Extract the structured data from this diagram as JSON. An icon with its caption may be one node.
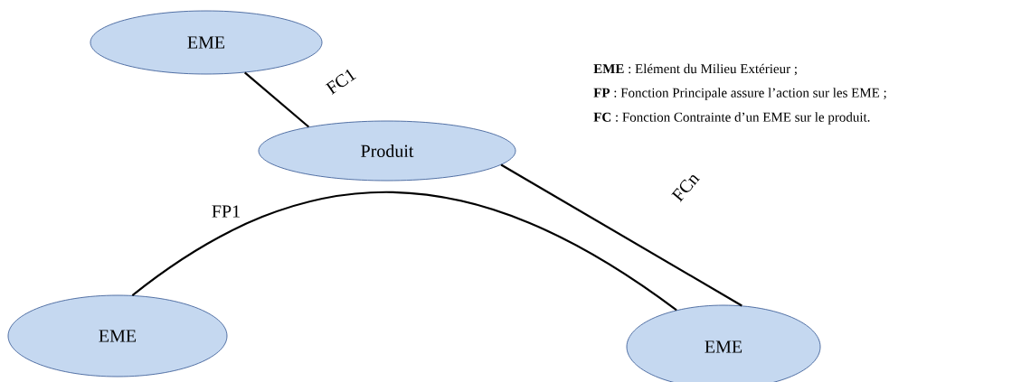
{
  "diagram": {
    "nodes": [
      {
        "text": [
          "EME"
        ]
      },
      {
        "text": [
          "Produit"
        ]
      },
      {
        "text": [
          "EME"
        ]
      },
      {
        "text": [
          "EME"
        ]
      }
    ],
    "edges": [
      {
        "from": 0,
        "to": 1,
        "arrow": "none",
        "label": "FC1"
      },
      {
        "from": 2,
        "to": 3,
        "arrow": "none",
        "label": "FP1"
      },
      {
        "from": 1,
        "to": 3,
        "arrow": "none",
        "label": "FCn"
      }
    ],
    "labels": [
      "**EME** : Elément du Milieu Extérieur ;",
      "**FP** : Fonction Principale assure l’action sur les EME ;",
      "**FC** : Fonction Contrainte d’un EME sur le produit."
    ]
  }
}
